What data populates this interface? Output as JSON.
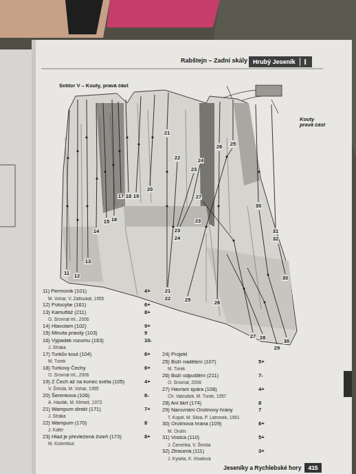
{
  "diagram": {
    "title": "Rabštejn – Zadní skály",
    "nodes": [
      {
        "text": [
          "Hrubý Jeseník",
          "I"
        ]
      },
      {
        "text": [
          "Jeseníky a Rychlebské hory",
          "415"
        ]
      }
    ],
    "labels": [
      "Sektor V – Kouty, pravá část",
      "Kouty pravá část",
      "11",
      "12",
      "13",
      "14",
      "15",
      "16",
      "17",
      "18",
      "19",
      "20",
      "21",
      "22",
      "23",
      "24",
      "25",
      "26",
      "27",
      "23",
      "24",
      "23",
      "21",
      "22",
      "25",
      "26",
      "30",
      "31",
      "32",
      "30",
      "27",
      "28",
      "29",
      "30",
      "11) Permoník (101)",
      "4+",
      "M. Vohar, V. Zatloukal, 1955",
      "12) Polocybe (161)",
      "6+",
      "13) Kamufláž (211)",
      "8+",
      "O. Srovnal ml., 2006",
      "14) Hlavolam (102)",
      "9+",
      "15) Minuta pravdy (103)",
      "9",
      "16) Výpadek rozumu (163)",
      "10-",
      "J. Straka",
      "17) Turkův kout (104)",
      "6+",
      "M. Turek",
      "18) Turkovy Čechy",
      "6+",
      "O. Srovnal ml., 2006",
      "19) Z Čech až na konec světa (105)",
      "4+",
      "V. Šmída, M. Vohar, 1955",
      "20) Šerenkova (106)",
      "6-",
      "A. Havlák, M. Klimeš, 1973",
      "21) Wampum direkt (171)",
      "7+",
      "J. Straka",
      "22) Wampum (170)",
      "8",
      "J. Kafer",
      "23) Hlad je převlečená žízeň (173)",
      "8+",
      "M. Kolembus",
      "24) Projekt",
      "25) Boží nadělení (107)",
      "5+",
      "M. Turek",
      "26) Boží odpuštění (211)",
      "7-",
      "O. Srovnal, 2006",
      "27) Havraní spára (108)",
      "4+",
      "Ch. Valoušek, M. Turek, 1957",
      "28) Ani škrt (174)",
      "8",
      "29) Narovnání Orolínovy hrany",
      "7",
      "T. Kopel, M. Silva, P. Latronek, 1991",
      "30) Orolínova hrana (109)",
      "6+",
      "M. Orolín",
      "31) Vosica (110)",
      "5+",
      "J. Červinka, V. Šmída",
      "32) Ztracená (111)",
      "3+",
      "J. Kysela, K. Kivalová"
    ]
  }
}
